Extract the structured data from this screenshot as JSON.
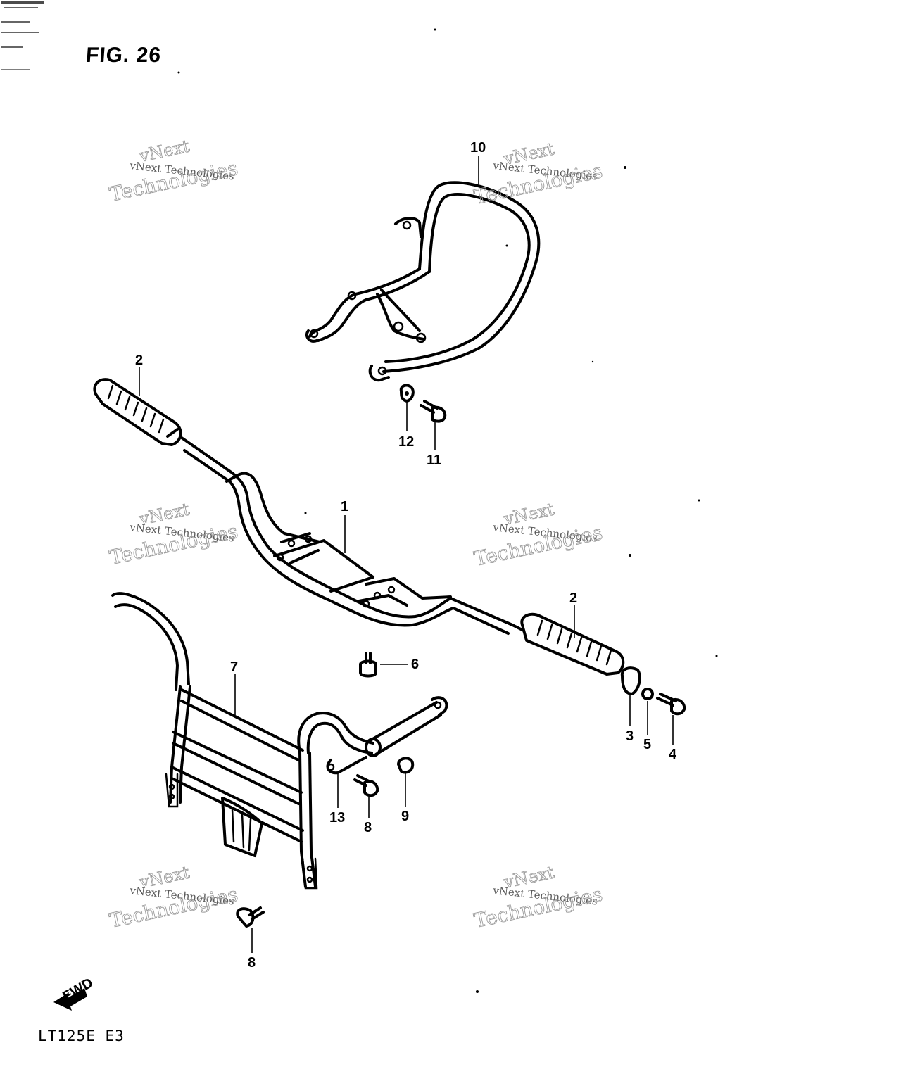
{
  "figure": {
    "title": "FIG. 26",
    "model_code": "LT125E  E3",
    "fwd_label": "FWD"
  },
  "watermark": {
    "line1": "vNext",
    "line2": "vNext Technologies",
    "line3": "Technologies"
  },
  "callouts": [
    "1",
    "2",
    "2",
    "3",
    "4",
    "5",
    "6",
    "7",
    "8",
    "8",
    "9",
    "10",
    "11",
    "12",
    "13"
  ]
}
